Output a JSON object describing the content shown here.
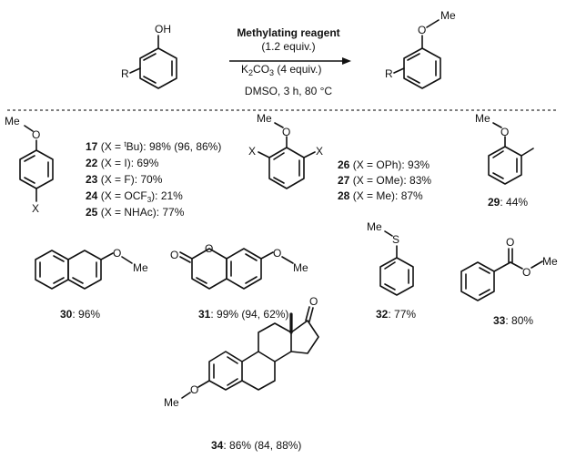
{
  "reaction": {
    "reagent": "Methylating reagent",
    "equiv": "(1.2 equiv.)",
    "base_prefix": "K",
    "base_sub1": "2",
    "base_mid": "CO",
    "base_sub2": "3",
    "base_suffix": " (4 equiv.)",
    "solvent": "DMSO, 3 h, 80 °C"
  },
  "atoms": {
    "oh": "OH",
    "o": "O",
    "s": "S",
    "me": "Me",
    "r": "R",
    "x": "X"
  },
  "entries": [
    {
      "num": "17",
      "pre": " (X = ",
      "sup": "t",
      "post": "Bu): 98% (96, 86%)"
    },
    {
      "num": "22",
      "text": " (X = I): 69%"
    },
    {
      "num": "23",
      "text": " (X = F): 70%"
    },
    {
      "num": "24",
      "pre": " (X = OCF",
      "sub": "3",
      "post": "): 21%"
    },
    {
      "num": "25",
      "text": " (X = NHAc): 77%"
    },
    {
      "num": "26",
      "text": " (X = OPh): 93%"
    },
    {
      "num": "27",
      "text": " (X = OMe): 83%"
    },
    {
      "num": "28",
      "text": " (X = Me): 87%"
    },
    {
      "num": "29",
      "text": ": 44%"
    },
    {
      "num": "30",
      "text": ": 96%"
    },
    {
      "num": "31",
      "text": ": 99% (94, 62%)"
    },
    {
      "num": "32",
      "text": ": 77%"
    },
    {
      "num": "33",
      "text": ": 80%"
    },
    {
      "num": "34",
      "text": ": 86% (84, 88%)"
    }
  ]
}
